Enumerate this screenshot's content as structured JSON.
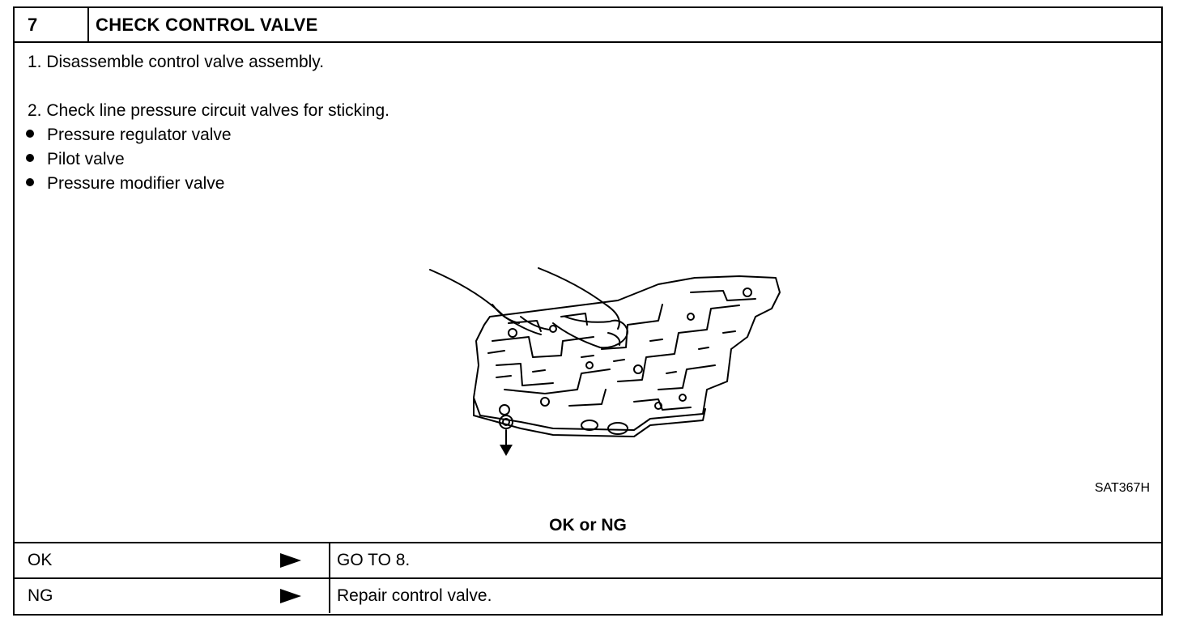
{
  "header": {
    "step_number": "7",
    "title": "CHECK CONTROL VALVE"
  },
  "instructions": {
    "step1": "1.  Disassemble control valve assembly.",
    "step2": "2.  Check line pressure circuit valves for sticking.",
    "valves": [
      "Pressure regulator valve",
      "Pilot valve",
      "Pressure modifier valve"
    ]
  },
  "figure": {
    "code": "SAT367H",
    "icon": "control-valve-illustration"
  },
  "verdict": "OK or NG",
  "results": [
    {
      "result": "OK",
      "action": "GO TO 8."
    },
    {
      "result": "NG",
      "action": "Repair control valve."
    }
  ]
}
